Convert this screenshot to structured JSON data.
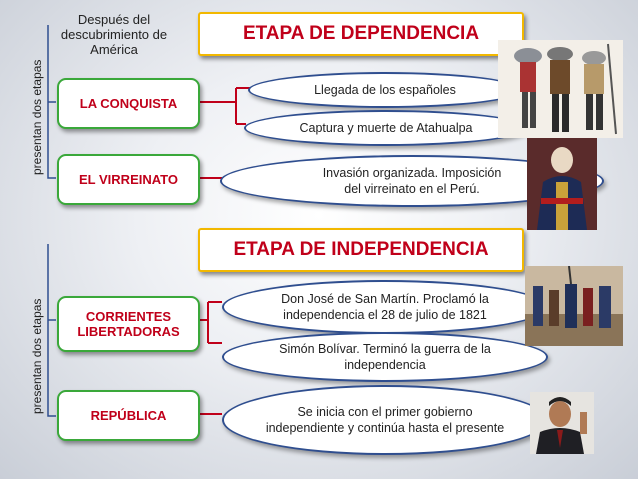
{
  "top": {
    "side_label": "presentan dos etapas",
    "note": "Después del descubrimiento de América",
    "title": "ETAPA DE DEPENDENCIA",
    "stages": [
      {
        "label": "LA CONQUISTA",
        "events": [
          "Llegada de los españoles",
          "Captura y muerte de Atahualpa"
        ]
      },
      {
        "label": "EL VIRREINATO",
        "events": [
          "Invasión organizada. Imposición del virreinato en el Perú."
        ]
      }
    ]
  },
  "bottom": {
    "side_label": "presentan dos etapas",
    "title": "ETAPA DE INDEPENDENCIA",
    "stages": [
      {
        "label": "CORRIENTES LIBERTADORAS",
        "events": [
          "Don José de San Martín. Proclamó la independencia el 28 de julio de 1821",
          "Simón Bolívar. Terminó la guerra de la independencia"
        ]
      },
      {
        "label": "REPÚBLICA",
        "events": [
          "Se inicia con el primer gobierno independiente y continúa hasta el presente"
        ]
      }
    ]
  },
  "colors": {
    "title_text": "#c0001a",
    "title_border": "#f2b800",
    "stage_border": "#3aa83a",
    "bubble_border": "#2f4e8f",
    "connector": "#c0001a"
  },
  "icons": [
    "conquistadors-image",
    "viceroy-portrait-image",
    "san-martin-painting-image",
    "president-photo-image"
  ]
}
